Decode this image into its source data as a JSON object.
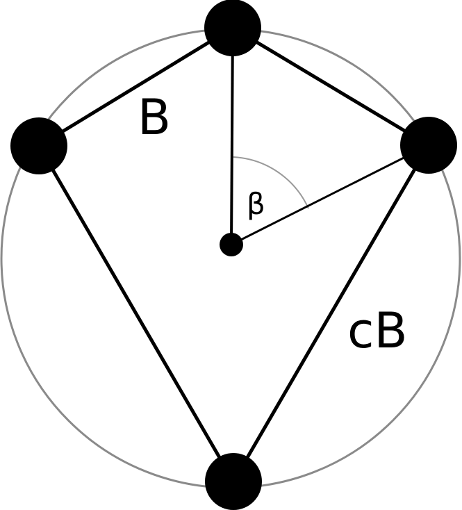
{
  "diagram": {
    "labels": {
      "side_b": "B",
      "side_cb": "cB",
      "angle": "β"
    }
  }
}
